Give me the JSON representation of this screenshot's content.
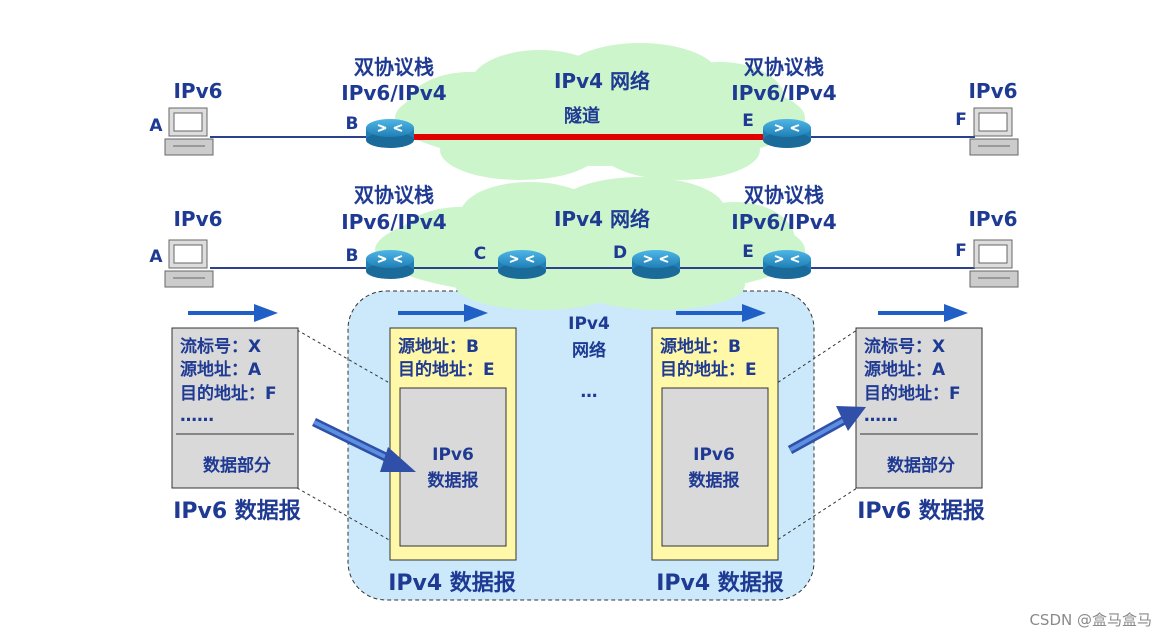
{
  "top_row": {
    "host_left": "A",
    "host_right": "F",
    "ipv6_left": "IPv6",
    "ipv6_right": "IPv6",
    "dual_stack_left": [
      "双协议栈",
      "IPv6/IPv4"
    ],
    "dual_stack_right": [
      "双协议栈",
      "IPv6/IPv4"
    ],
    "router_left": "B",
    "router_right": "E",
    "cloud_label": "IPv4 网络",
    "tunnel_label": "隧道"
  },
  "bottom_row": {
    "host_left": "A",
    "host_right": "F",
    "ipv6_left": "IPv6",
    "ipv6_right": "IPv6",
    "dual_stack_left": [
      "双协议栈",
      "IPv6/IPv4"
    ],
    "dual_stack_right": [
      "双协议栈",
      "IPv6/IPv4"
    ],
    "routers": [
      "B",
      "C",
      "D",
      "E"
    ],
    "cloud_label": "IPv4 网络"
  },
  "ipv6_packet": {
    "header_lines": [
      "流标号：X",
      "源地址：A",
      "目的地址：F",
      "……"
    ],
    "payload": "数据部分",
    "caption": "IPv6 数据报"
  },
  "ipv4_packet": {
    "header_lines": [
      "源地址：B",
      "目的地址：E"
    ],
    "inner_lines": [
      "IPv6",
      "数据报"
    ],
    "caption": "IPv4 数据报"
  },
  "middle_network": {
    "lines": [
      "IPv4",
      "网络"
    ],
    "ellipsis": "…"
  },
  "watermark": "CSDN @盒马盒马",
  "colors": {
    "label": "#1f3a93",
    "link_line": "#2f3f8f",
    "tunnel": "#e00000",
    "cloud": "#ccf5cc",
    "region_fill": "#cbe9fb",
    "ipv4_packet_fill": "#fff8a8",
    "ipv6_packet_fill": "#d9d9d9",
    "arrow": "#1f5fc6",
    "router": "#1f7fb6"
  }
}
